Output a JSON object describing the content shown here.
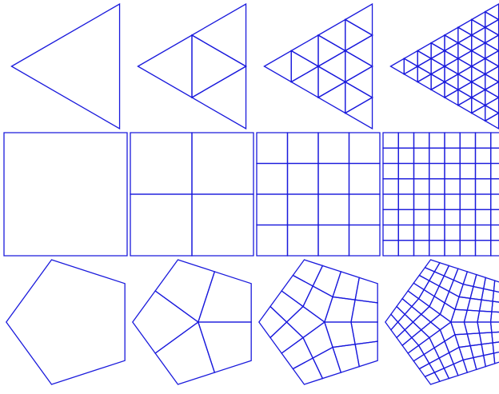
{
  "figure": {
    "stroke_color": "#1a1adc",
    "background_color": "#ffffff",
    "rows": [
      {
        "shape": "triangle",
        "sides": 3,
        "levels": [
          0,
          1,
          2,
          3
        ]
      },
      {
        "shape": "square",
        "sides": 4,
        "levels": [
          0,
          1,
          2,
          3
        ]
      },
      {
        "shape": "pentagon",
        "sides": 5,
        "levels": [
          0,
          1,
          2,
          3
        ]
      }
    ]
  }
}
